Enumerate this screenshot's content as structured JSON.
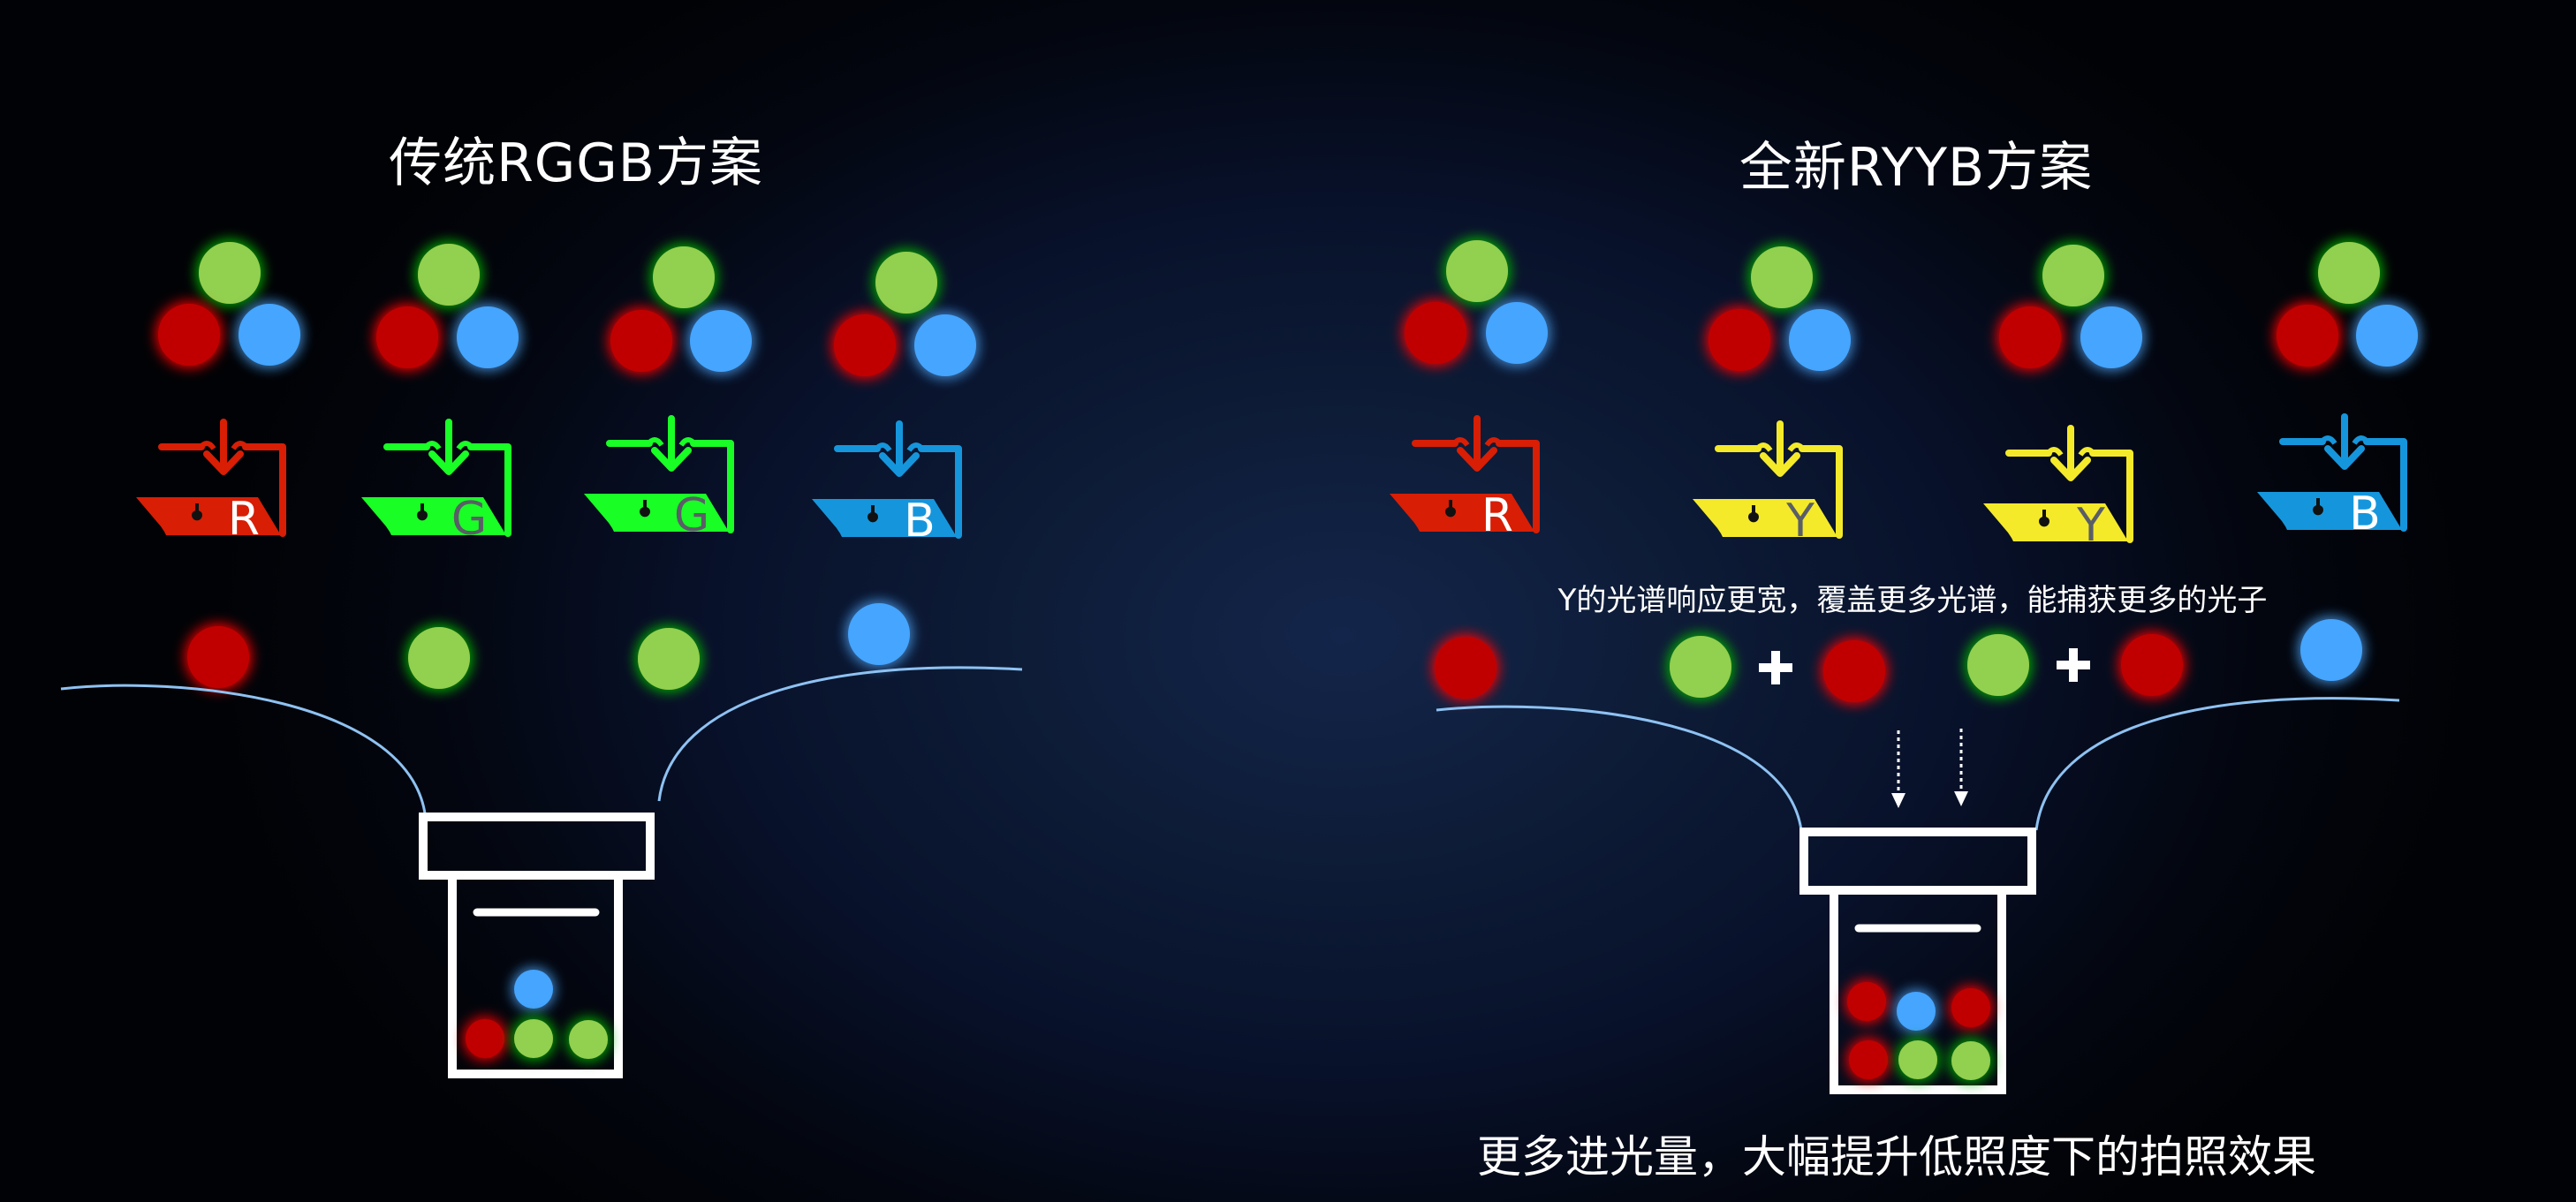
{
  "colors": {
    "red_ball": "#c00000",
    "green_ball": "#92d050",
    "blue_ball": "#45a5ff",
    "red_glow": "#ff0000",
    "green_glow": "#00a000",
    "blue_glow": "#3f8fe0",
    "sensor_red": "#d81e05",
    "sensor_green": "#19ff26",
    "sensor_yellow": "#f4ea29",
    "sensor_blue": "#1596dc",
    "arc": "#8ec2f2",
    "funnel": "#ffffff",
    "letter_light": "#ffffff",
    "letter_dark": "#5a5e66"
  },
  "left": {
    "title": "传统RGGB方案",
    "sensors": [
      {
        "letter": "R",
        "color": "sensor_red",
        "letter_color": "letter_light"
      },
      {
        "letter": "G",
        "color": "sensor_green",
        "letter_color": "letter_dark"
      },
      {
        "letter": "G",
        "color": "sensor_green",
        "letter_color": "letter_dark"
      },
      {
        "letter": "B",
        "color": "sensor_blue",
        "letter_color": "letter_light"
      }
    ],
    "passed_light": [
      "red",
      "green",
      "green",
      "blue"
    ],
    "collected": [
      "blue",
      "red",
      "green",
      "green"
    ]
  },
  "right": {
    "title": "全新RYYB方案",
    "sensors": [
      {
        "letter": "R",
        "color": "sensor_red",
        "letter_color": "letter_light"
      },
      {
        "letter": "Y",
        "color": "sensor_yellow",
        "letter_color": "letter_dark"
      },
      {
        "letter": "Y",
        "color": "sensor_yellow",
        "letter_color": "letter_dark"
      },
      {
        "letter": "B",
        "color": "sensor_blue",
        "letter_color": "letter_light"
      }
    ],
    "note": "Y的光谱响应更宽，覆盖更多光谱，能捕获更多的光子",
    "passed_light": [
      "red",
      "green + red",
      "green + red",
      "blue"
    ],
    "plus_symbol": "+",
    "collected": [
      "red",
      "blue",
      "red",
      "red",
      "green",
      "green"
    ],
    "caption": "更多进光量，大幅提升低照度下的拍照效果"
  }
}
